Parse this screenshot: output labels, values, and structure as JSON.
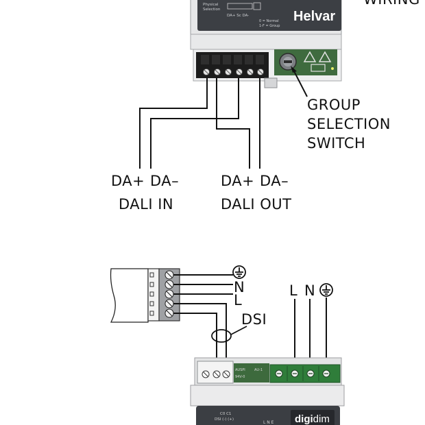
{
  "top_device": {
    "heading_partial": "WIRING",
    "brand": "Helvar",
    "panel_text": {
      "physical_selection": [
        "Physical",
        "Selection"
      ],
      "terminal_row": "DA+ Sc DA-",
      "normal": "0 = Normal",
      "group": "1-F = Group"
    }
  },
  "switch_label": [
    "GROUP",
    "SELECTION",
    "SWITCH"
  ],
  "dali_in": {
    "plus": "DA+",
    "minus": "DA–",
    "caption": "DALI IN"
  },
  "dali_out": {
    "plus": "DA+",
    "minus": "DA–",
    "caption": "DALI OUT"
  },
  "mains_labels": {
    "earth": "⏚",
    "n": "N",
    "l": "L"
  },
  "dsi_label": "DSI",
  "supply_labels": {
    "l": "L",
    "n": "N",
    "earth": "⏚"
  },
  "bottom_device": {
    "brand": "digidim",
    "brand_prefix": "digi",
    "brand_suffix": "dim",
    "strip_text": [
      "AUSPI",
      "AU-1",
      "94V-0"
    ],
    "panel_text": {
      "c0c1": "C0  C1",
      "dsi": "DSI (-)  (+)",
      "lne": "L N E"
    }
  }
}
